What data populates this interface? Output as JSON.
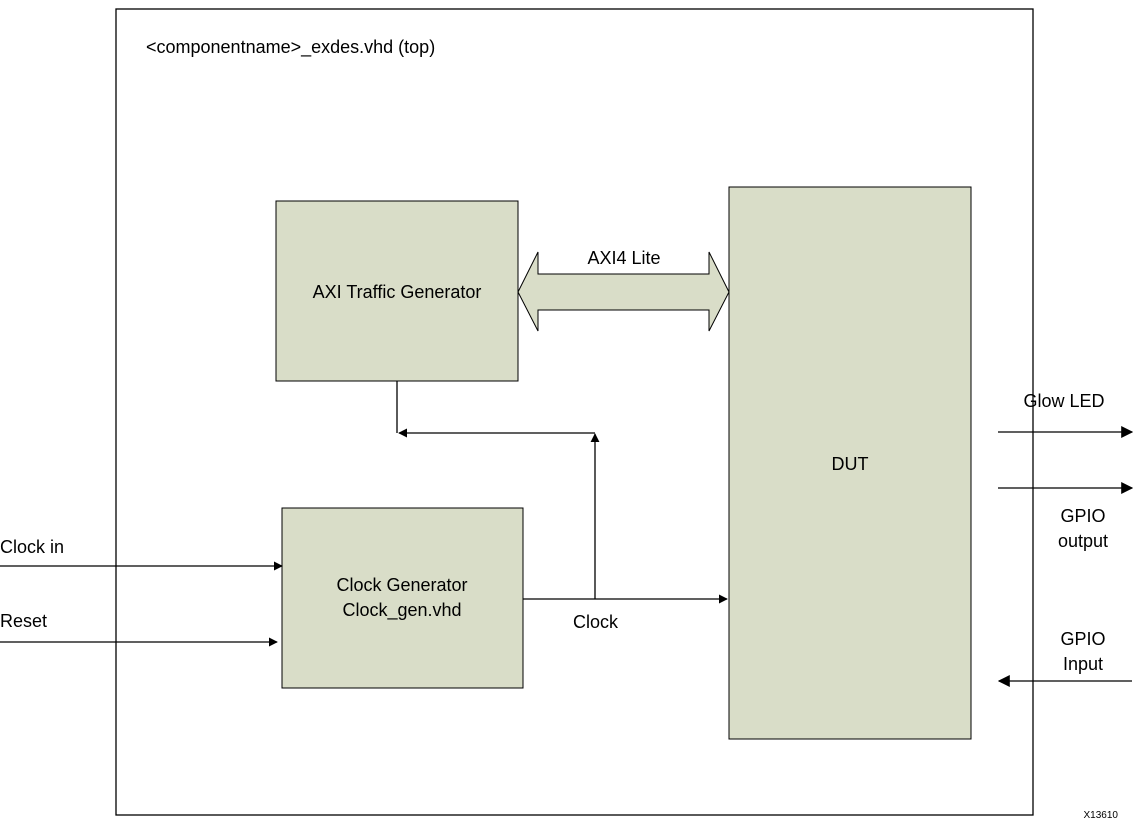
{
  "top_module": {
    "title": "<componentname>_exdes.vhd (top)"
  },
  "blocks": {
    "traffic_gen": {
      "label": "AXI Traffic Generator"
    },
    "clock_gen": {
      "line1": "Clock Generator",
      "line2": "Clock_gen.vhd"
    },
    "dut": {
      "label": "DUT"
    }
  },
  "bus": {
    "label": "AXI4 Lite"
  },
  "signals": {
    "clock_in": "Clock in",
    "reset": "Reset",
    "clock": "Clock",
    "glow_led": "Glow LED",
    "gpio_output_1": "GPIO",
    "gpio_output_2": "output",
    "gpio_input_1": "GPIO",
    "gpio_input_2": "Input"
  },
  "figure_id": "X13610",
  "colors": {
    "block_fill": "#d9ddc8",
    "line": "#000000"
  }
}
